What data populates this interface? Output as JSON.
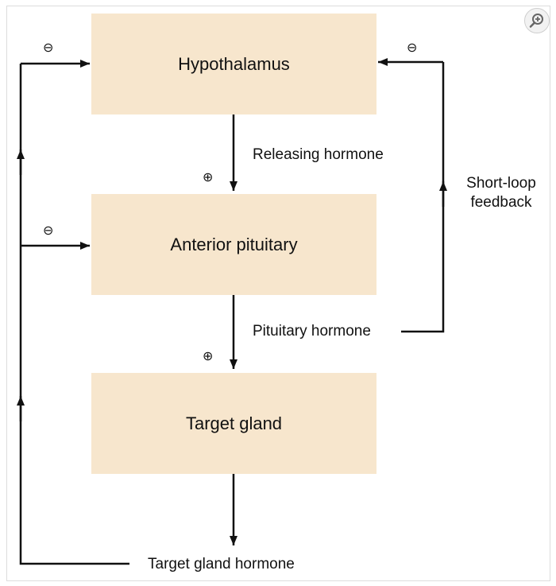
{
  "boxes": {
    "hypothalamus": "Hypothalamus",
    "anterior_pituitary": "Anterior pituitary",
    "target_gland": "Target gland"
  },
  "labels": {
    "releasing_hormone": "Releasing hormone",
    "pituitary_hormone": "Pituitary hormone",
    "target_gland_hormone": "Target gland hormone",
    "short_loop_feedback": "Short-loop feedback"
  },
  "signs": {
    "minus": "⊖",
    "plus": "⊕"
  },
  "colors": {
    "box_fill": "#f7e6cd",
    "line": "#111111"
  },
  "icons": {
    "zoom": "zoom-in-icon"
  }
}
